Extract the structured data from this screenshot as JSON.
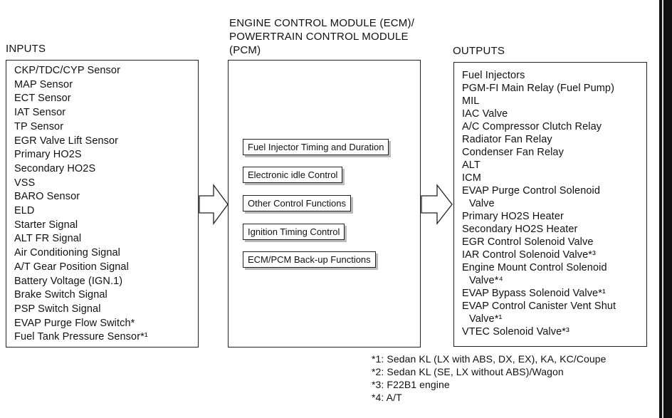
{
  "labels": {
    "inputs": "INPUTS",
    "ecm_line1": "ENGINE CONTROL MODULE (ECM)/",
    "ecm_line2": "POWERTRAIN CONTROL MODULE",
    "ecm_line3": "(PCM)",
    "outputs": "OUTPUTS"
  },
  "inputs": [
    "CKP/TDC/CYP Sensor",
    "MAP Sensor",
    "ECT Sensor",
    "IAT Sensor",
    "TP Sensor",
    "EGR Valve Lift Sensor",
    "Primary HO2S",
    "Secondary HO2S",
    "VSS",
    "BARO Sensor",
    "ELD",
    "Starter Signal",
    "ALT FR Signal",
    "Air Conditioning Signal",
    "A/T Gear Position Signal",
    "Battery Voltage (IGN.1)",
    "Brake Switch Signal",
    "PSP Switch Signal",
    "EVAP Purge Flow Switch*",
    "Fuel Tank Pressure Sensor*¹"
  ],
  "functions": [
    "Fuel Injector Timing and Duration",
    "Electronic idle Control",
    "Other Control Functions",
    "Ignition Timing Control",
    "ECM/PCM Back-up Functions"
  ],
  "outputs": [
    "Fuel Injectors",
    "PGM-FI Main Relay (Fuel Pump)",
    "MIL",
    "IAC Valve",
    "A/C Compressor Clutch Relay",
    "Radiator Fan Relay",
    "Condenser Fan Relay",
    "ALT",
    "ICM",
    "EVAP Purge Control Solenoid",
    "  Valve",
    "Primary HO2S Heater",
    "Secondary HO2S Heater",
    "EGR Control Solenoid Valve",
    "IAR Control Solenoid Valve*³",
    "Engine Mount Control Solenoid",
    "  Valve*⁴",
    "EVAP Bypass Solenoid Valve*¹",
    "EVAP Control Canister Vent Shut",
    "  Valve*¹",
    "VTEC Solenoid Valve*³"
  ],
  "notes": [
    "*1: Sedan KL (LX with ABS, DX, EX), KA, KC/Coupe",
    "*2: Sedan KL (SE, LX without ABS)/Wagon",
    "*3: F22B1 engine",
    "*4: A/T"
  ]
}
